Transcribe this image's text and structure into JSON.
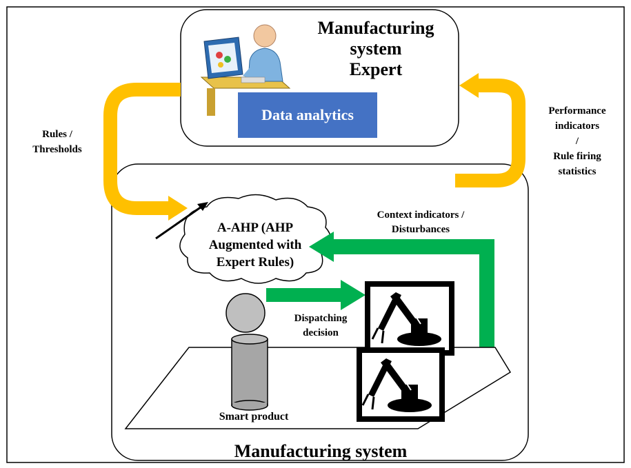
{
  "expert": {
    "title_lines": [
      "Manufacturing",
      "system",
      "Expert"
    ],
    "analytics_label": "Data analytics",
    "analytics_color": "#4472C4"
  },
  "arrows": {
    "rules_label_lines": [
      "Rules /",
      "Thresholds"
    ],
    "performance_label_lines": [
      "Performance",
      "indicators",
      "/",
      "Rule firing",
      "statistics"
    ],
    "context_label_lines": [
      "Context indicators /",
      "Disturbances"
    ],
    "dispatch_label_lines": [
      "Dispatching",
      "decision"
    ],
    "feedback_color": "#FFC000",
    "flow_color": "#00B050"
  },
  "ahp": {
    "label_lines": [
      "A-AHP (AHP",
      "Augmented with",
      "Expert Rules)"
    ]
  },
  "system": {
    "smart_product_label": "Smart product",
    "title": "Manufacturing system"
  }
}
